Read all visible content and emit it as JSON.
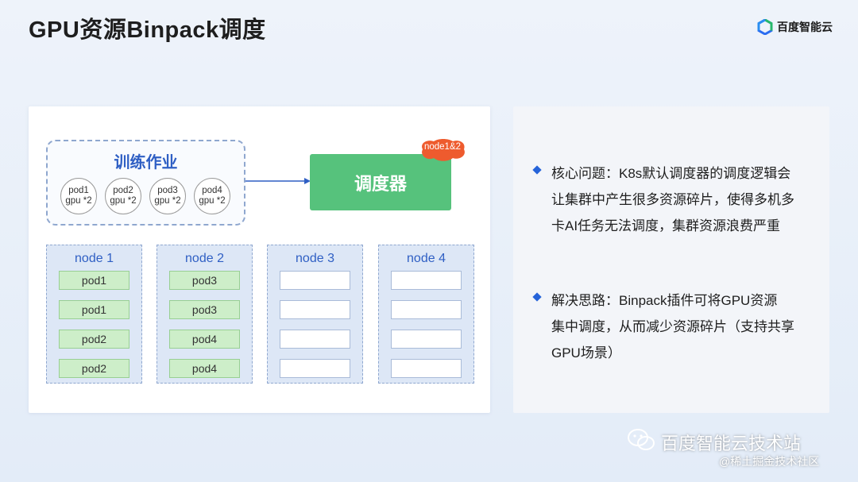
{
  "header": {
    "title": "GPU资源Binpack调度",
    "logo_text": "百度智能云",
    "logo_icon": "baidu-cloud-hexagon"
  },
  "job": {
    "title": "训练作业",
    "pods": [
      {
        "name": "pod1",
        "gpu": "gpu *2"
      },
      {
        "name": "pod2",
        "gpu": "gpu *2"
      },
      {
        "name": "pod3",
        "gpu": "gpu *2"
      },
      {
        "name": "pod4",
        "gpu": "gpu *2"
      }
    ]
  },
  "scheduler": {
    "label": "调度器",
    "bubble": "node1&2",
    "color": "#56c27c",
    "bubble_color": "#ee5b2e"
  },
  "nodes": [
    {
      "label": "node 1",
      "slots": [
        "pod1",
        "pod1",
        "pod2",
        "pod2"
      ]
    },
    {
      "label": "node 2",
      "slots": [
        "pod3",
        "pod3",
        "pod4",
        "pod4"
      ]
    },
    {
      "label": "node 3",
      "slots": [
        "",
        "",
        "",
        ""
      ]
    },
    {
      "label": "node 4",
      "slots": [
        "",
        "",
        "",
        ""
      ]
    }
  ],
  "bullets": [
    {
      "lines": [
        "核心问题：K8s默认调度器的调度逻辑会",
        "让集群中产生很多资源碎片，使得多机多",
        "卡AI任务无法调度，集群资源浪费严重"
      ]
    },
    {
      "lines": [
        "解决思路：Binpack插件可将GPU资源",
        "集中调度，从而减少资源碎片（支持共享",
        "GPU场景）"
      ]
    }
  ],
  "watermark": {
    "main": "百度智能云技术站",
    "sub": "@稀土掘金技术社区",
    "icon": "wechat-icon"
  },
  "colors": {
    "accent": "#2563d9",
    "node_fill": "#dde7f6",
    "pod_fill": "#cdeec9"
  }
}
